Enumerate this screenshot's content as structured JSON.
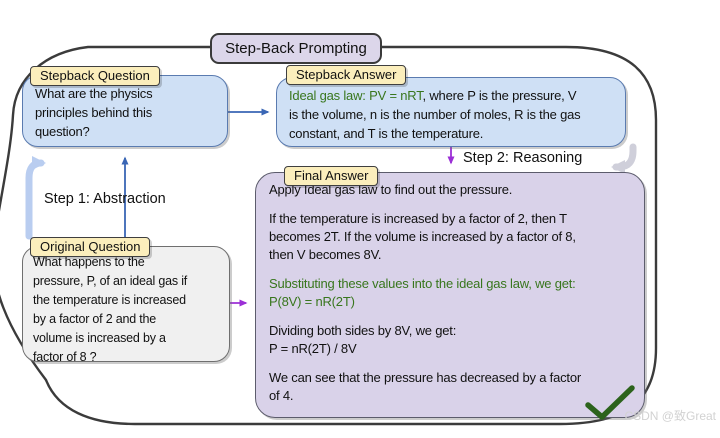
{
  "title": "Step-Back Prompting",
  "boxes": {
    "stepback_question": {
      "tag": "Stepback Question",
      "text": "What are the physics\nprinciples behind this\nquestion?"
    },
    "stepback_answer": {
      "tag": "Stepback Answer",
      "text_green": "Ideal gas law: PV = nRT",
      "text_rest": ", where P is the pressure, V\nis the volume, n is the number of moles, R is the gas\nconstant, and T is the temperature."
    },
    "original_question": {
      "tag": "Original Question",
      "text": "What happens to the\npressure, P, of an ideal gas if\nthe temperature is increased\nby a factor of 2 and the\nvolume is increased by a\nfactor of 8 ?"
    },
    "final_answer": {
      "tag": "Final Answer",
      "p1": "Apply Ideal gas law to find out the pressure.",
      "p2": "If the temperature is increased by a factor of 2, then T\nbecomes 2T. If the volume is increased by a factor of 8,\nthen V becomes 8V.",
      "p3": "Substituting these values into the ideal gas law, we get:\nP(8V) = nR(2T)",
      "p4": "Dividing both sides by 8V, we get:\nP = nR(2T) / 8V",
      "p5": "We can see that the pressure has decreased by a factor\nof 4."
    }
  },
  "steps": {
    "step1": "Step 1: Abstraction",
    "step2": "Step 2: Reasoning"
  },
  "watermark": "CSDN @致Great",
  "colors": {
    "box_blue": "#cfe0f5",
    "box_blue_border": "#5a7bb0",
    "box_purple": "#d9d2e9",
    "box_gray": "#f0f0f0",
    "tag_yellow": "#fbeebc",
    "title_lavender": "#dcd6ea",
    "green_text": "#38761d",
    "arrow_blue": "#3a66b5",
    "arrow_purple": "#9b2fd6",
    "loop_arrow_blue": "#b9cdf0",
    "loop_arrow_gray": "#cfcfda",
    "checkmark_green": "#2c631c",
    "outer_border": "#3b3b3b"
  }
}
